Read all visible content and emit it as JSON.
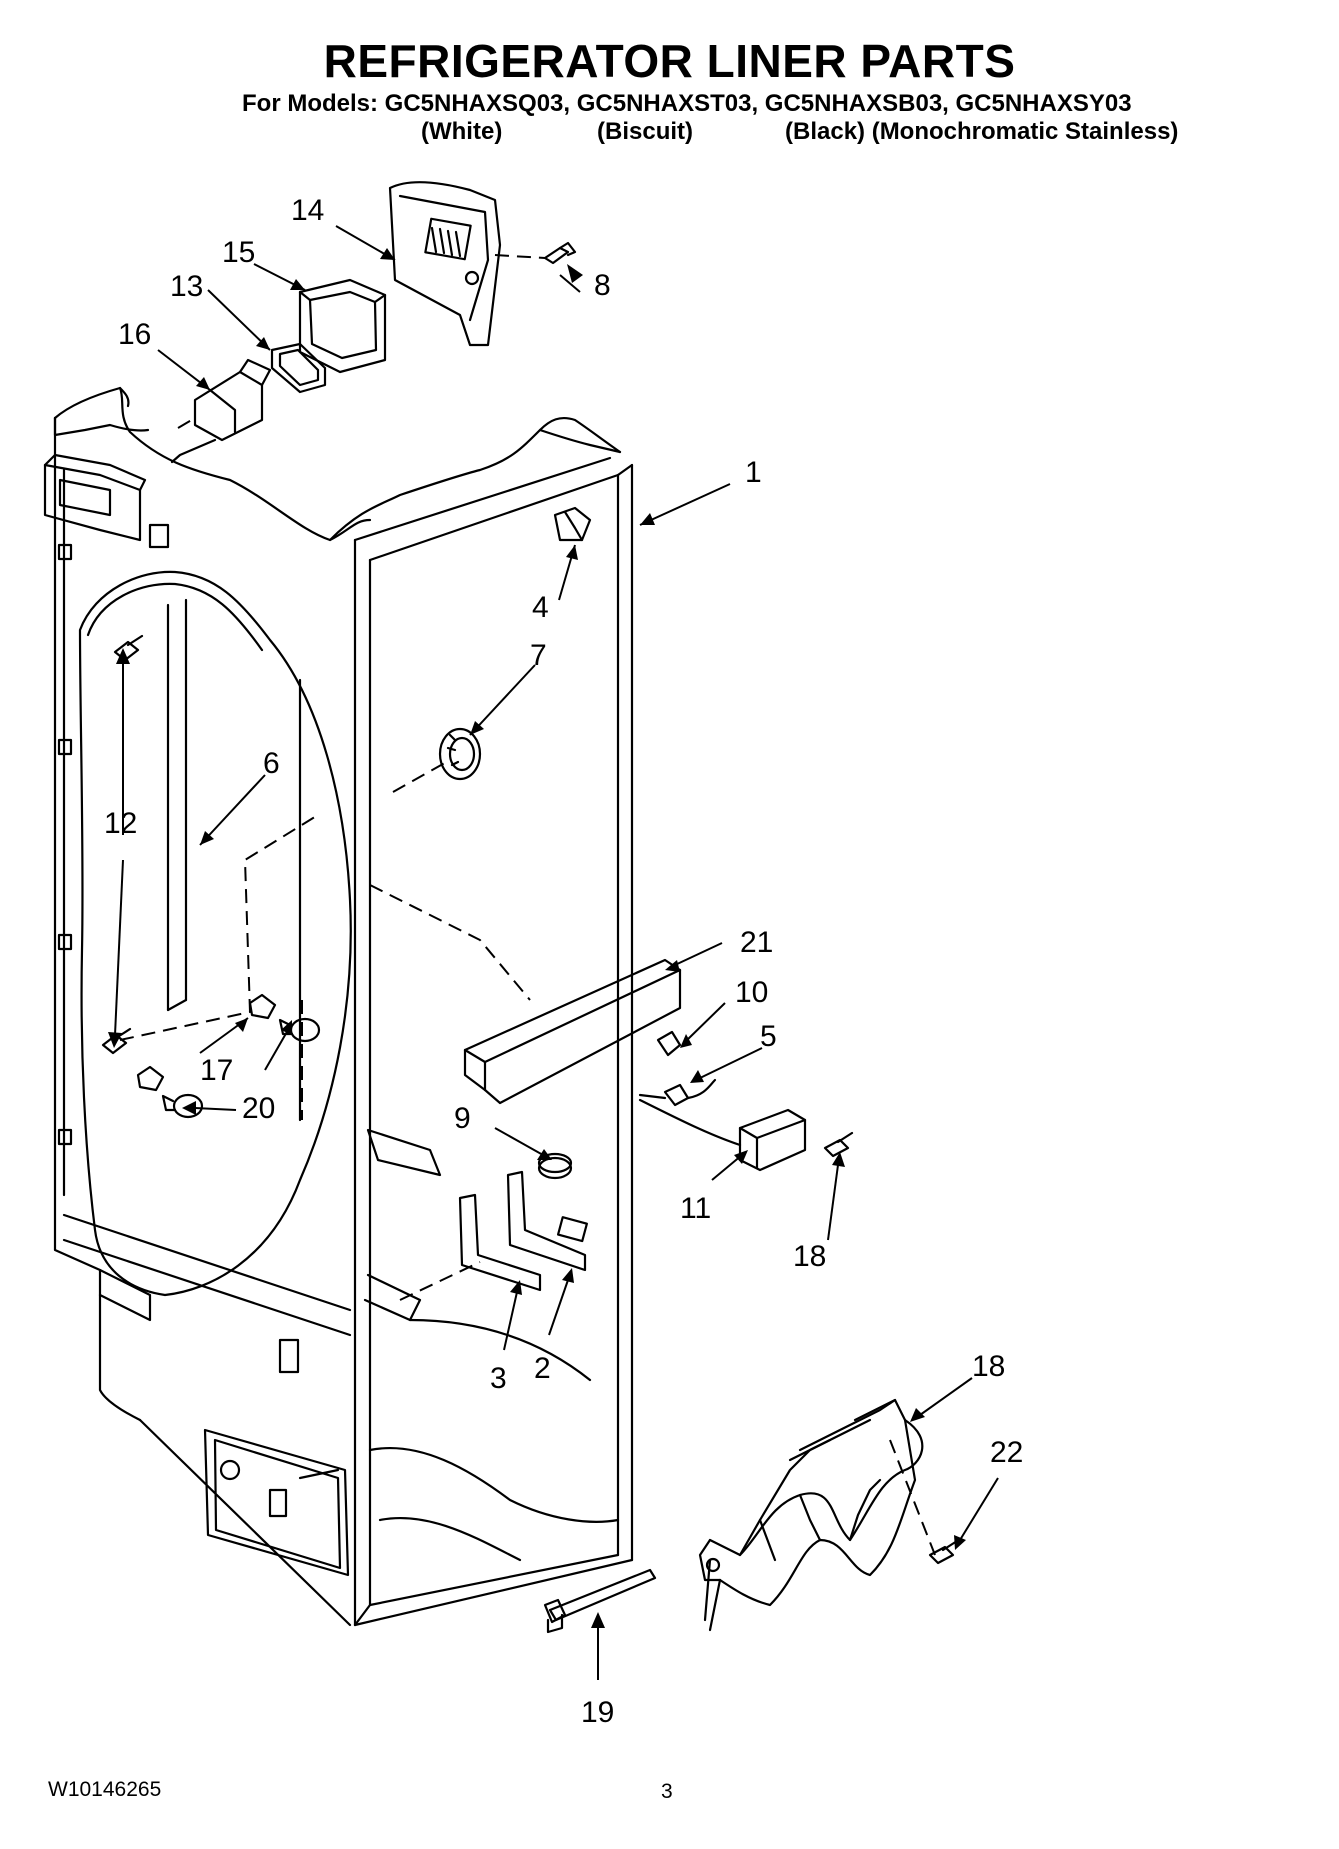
{
  "header": {
    "title": "REFRIGERATOR LINER PARTS",
    "models_line": "For Models: GC5NHAXSQ03, GC5NHAXST03, GC5NHAXSB03, GC5NHAXSY03",
    "variants": [
      "(White)",
      "(Biscuit)",
      "(Black) (Monochromatic Stainless)"
    ]
  },
  "callouts": [
    "1",
    "2",
    "3",
    "4",
    "5",
    "6",
    "7",
    "8",
    "9",
    "10",
    "11",
    "12",
    "13",
    "14",
    "15",
    "16",
    "17",
    "18",
    "18",
    "19",
    "20",
    "21",
    "22"
  ],
  "footer": {
    "doc_number": "W10146265",
    "page_number": "3"
  }
}
